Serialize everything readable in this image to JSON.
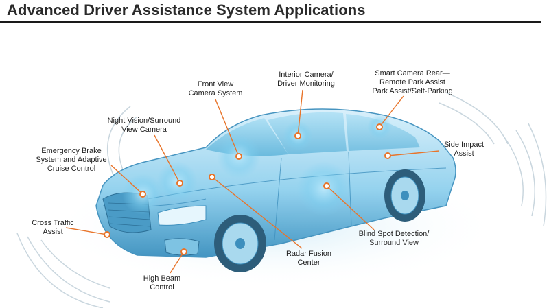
{
  "title": "Advanced Driver Assistance System Applications",
  "colors": {
    "accent": "#e8742a",
    "leader": "#e8742a",
    "car_tint": "#6cc6ea"
  },
  "labels": [
    {
      "id": "front-view-camera",
      "lines": [
        "Front View",
        "Camera System"
      ]
    },
    {
      "id": "interior-camera",
      "lines": [
        "Interior Camera/",
        "Driver Monitoring"
      ]
    },
    {
      "id": "smart-camera-rear",
      "lines": [
        "Smart Camera Rear—",
        "Remote Park Assist",
        "Park Assist/Self-Parking"
      ]
    },
    {
      "id": "night-vision",
      "lines": [
        "Night Vision/Surround",
        "View Camera"
      ]
    },
    {
      "id": "emergency-brake",
      "lines": [
        "Emergency Brake",
        "System and Adaptive",
        "Cruise Control"
      ]
    },
    {
      "id": "side-impact",
      "lines": [
        "Side Impact",
        "Assist"
      ]
    },
    {
      "id": "cross-traffic",
      "lines": [
        "Cross Traffic",
        "Assist"
      ]
    },
    {
      "id": "blind-spot",
      "lines": [
        "Blind Spot Detection/",
        "Surround View"
      ]
    },
    {
      "id": "radar-fusion",
      "lines": [
        "Radar Fusion",
        "Center"
      ]
    },
    {
      "id": "high-beam",
      "lines": [
        "High Beam",
        "Control"
      ]
    }
  ]
}
